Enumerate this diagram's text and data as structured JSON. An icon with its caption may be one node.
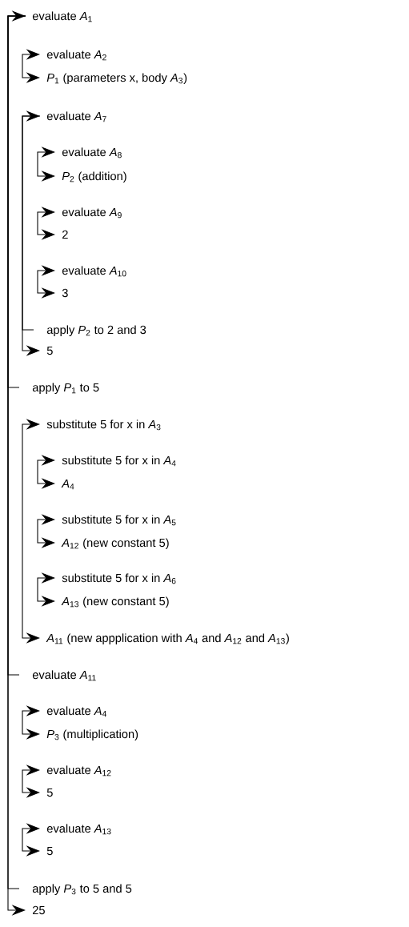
{
  "diagram": {
    "nodes": [
      {
        "text": [
          "evaluate *A*$_{1}$"
        ]
      },
      {
        "text": [
          "evaluate *A*$_{2}$"
        ]
      },
      {
        "text": [
          "*P*$_{1}$ (parameters x, body *A*$_{3}$)"
        ]
      },
      {
        "text": [
          "evaluate *A*$_{7}$"
        ]
      },
      {
        "text": [
          "evaluate *A*$_{8}$"
        ]
      },
      {
        "text": [
          "*P*$_{2}$ (addition)"
        ]
      },
      {
        "text": [
          "evaluate *A*$_{9}$"
        ]
      },
      {
        "text": [
          "2"
        ]
      },
      {
        "text": [
          "evaluate *A*$_{10}$"
        ]
      },
      {
        "text": [
          "3"
        ]
      },
      {
        "text": [
          "apply *P*$_{2}$ to 2 and 3"
        ]
      },
      {
        "text": [
          "5"
        ]
      },
      {
        "text": [
          "apply *P*$_{1}$ to 5"
        ]
      },
      {
        "text": [
          "substitute 5 for x in *A*$_{3}$"
        ]
      },
      {
        "text": [
          "substitute 5 for x in *A*$_{4}$"
        ]
      },
      {
        "text": [
          "*A*$_{4}$"
        ]
      },
      {
        "text": [
          "substitute 5 for x in *A*$_{5}$"
        ]
      },
      {
        "text": [
          "*A*$_{12}$ (new constant 5)"
        ]
      },
      {
        "text": [
          "substitute 5 for x in *A*$_{6}$"
        ]
      },
      {
        "text": [
          "*A*$_{13}$ (new constant 5)"
        ]
      },
      {
        "text": [
          "*A*$_{11}$ (new appplication with *A*$_{4}$ and *A*$_{12}$ and *A*$_{13}$)"
        ]
      },
      {
        "text": [
          "evaluate *A*$_{11}$"
        ]
      },
      {
        "text": [
          "evaluate *A*$_{4}$"
        ]
      },
      {
        "text": [
          "*P*$_{3}$ (multiplication)"
        ]
      },
      {
        "text": [
          "evaluate *A*$_{12}$"
        ]
      },
      {
        "text": [
          "5"
        ]
      },
      {
        "text": [
          "evaluate *A*$_{13}$"
        ]
      },
      {
        "text": [
          "5"
        ]
      },
      {
        "text": [
          "apply *P*$_{3}$ to 5 and 5"
        ]
      },
      {
        "text": [
          "25"
        ]
      }
    ],
    "edges": [
      {
        "from": 0,
        "to": 29,
        "arrow": "both"
      },
      {
        "from": 0,
        "to": 12,
        "arrow": "none"
      },
      {
        "from": 0,
        "to": 21,
        "arrow": "none"
      },
      {
        "from": 0,
        "to": 28,
        "arrow": "none"
      },
      {
        "from": 1,
        "to": 2,
        "arrow": "both"
      },
      {
        "from": 3,
        "to": 11,
        "arrow": "both"
      },
      {
        "from": 3,
        "to": 10,
        "arrow": "none"
      },
      {
        "from": 4,
        "to": 5,
        "arrow": "both"
      },
      {
        "from": 6,
        "to": 7,
        "arrow": "both"
      },
      {
        "from": 8,
        "to": 9,
        "arrow": "both"
      },
      {
        "from": 13,
        "to": 20,
        "arrow": "both"
      },
      {
        "from": 14,
        "to": 15,
        "arrow": "both"
      },
      {
        "from": 16,
        "to": 17,
        "arrow": "both"
      },
      {
        "from": 18,
        "to": 19,
        "arrow": "both"
      },
      {
        "from": 22,
        "to": 23,
        "arrow": "both"
      },
      {
        "from": 24,
        "to": 25,
        "arrow": "both"
      },
      {
        "from": 26,
        "to": 27,
        "arrow": "both"
      }
    ]
  }
}
